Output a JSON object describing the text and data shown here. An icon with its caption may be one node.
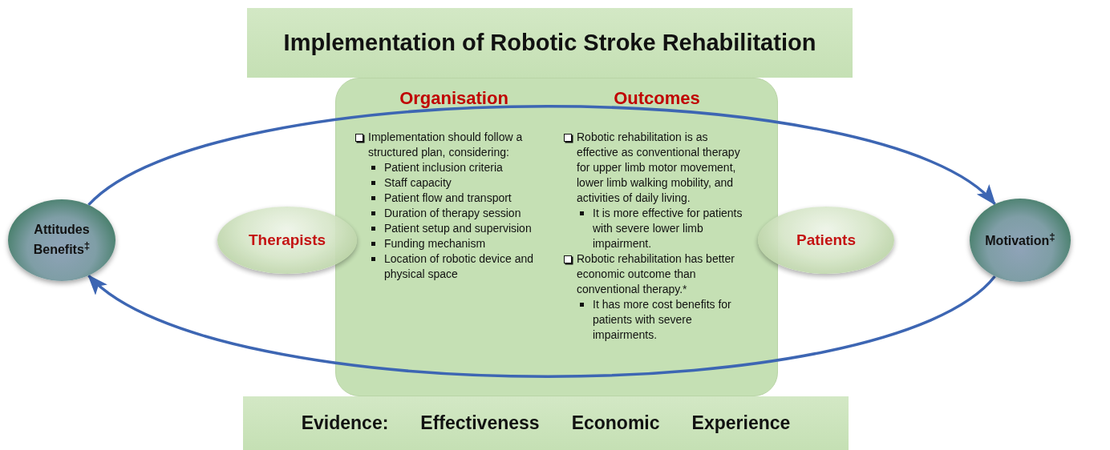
{
  "diagram": {
    "nodes": [
      {
        "text": [
          "Implementation of Robotic Stroke Rehabilitation"
        ]
      },
      {
        "text": [
          "Evidence:",
          "Effectiveness",
          "Economic",
          "Experience"
        ]
      },
      {
        "text": [
          "Attitudes Benefits$^{‡}$"
        ]
      },
      {
        "text": [
          "Therapists"
        ]
      },
      {
        "text": [
          "Patients"
        ]
      },
      {
        "text": [
          "Motivation$^{‡}$"
        ]
      }
    ],
    "edges": [
      {
        "from": 2,
        "to": 5,
        "arrow": "to"
      },
      {
        "from": 5,
        "to": 2,
        "arrow": "to"
      }
    ],
    "labels": [
      "Organisation",
      "Outcomes",
      "Implementation should follow a structured plan, considering:",
      "Patient inclusion criteria",
      "Staff capacity",
      "Patient flow and transport",
      "Duration of therapy session",
      "Patient setup and supervision",
      "Funding mechanism",
      "Location of robotic device and physical space",
      "Robotic rehabilitation is as effective as conventional therapy for upper limb motor movement, lower limb walking mobility, and activities of daily living.",
      "It is more effective for patients with severe lower limb impairment.",
      "Robotic rehabilitation has better economic outcome than conventional therapy.*",
      "It has more cost benefits for patients with severe impairments."
    ]
  }
}
